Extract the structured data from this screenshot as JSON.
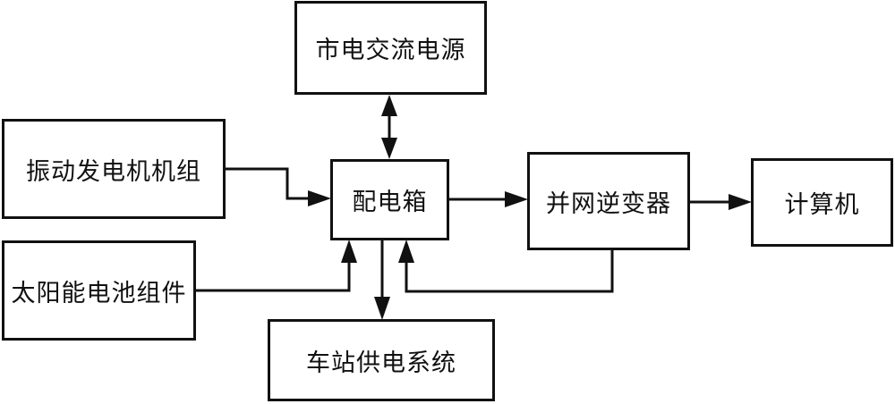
{
  "diagram": {
    "type": "block-diagram",
    "nodes": {
      "mains_ac_power": "市电交流电源",
      "vibration_generator_set": "振动发电机机组",
      "solar_cell_module": "太阳能电池组件",
      "distribution_box": "配电箱",
      "grid_tied_inverter": "并网逆变器",
      "computer": "计算机",
      "station_power_supply_system": "车站供电系统"
    },
    "edges": [
      {
        "from": "mains_ac_power",
        "to": "distribution_box",
        "direction": "bidirectional"
      },
      {
        "from": "vibration_generator_set",
        "to": "distribution_box",
        "direction": "forward"
      },
      {
        "from": "solar_cell_module",
        "to": "distribution_box",
        "direction": "forward"
      },
      {
        "from": "distribution_box",
        "to": "grid_tied_inverter",
        "direction": "forward"
      },
      {
        "from": "grid_tied_inverter",
        "to": "computer",
        "direction": "forward"
      },
      {
        "from": "grid_tied_inverter",
        "to": "distribution_box",
        "direction": "forward"
      },
      {
        "from": "distribution_box",
        "to": "station_power_supply_system",
        "direction": "forward"
      }
    ]
  }
}
